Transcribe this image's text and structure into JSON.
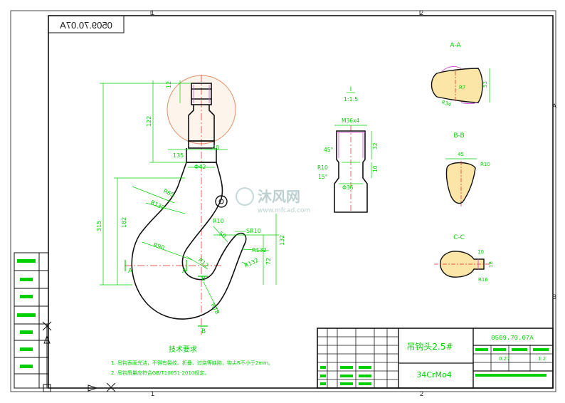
{
  "drawing": {
    "number": "0509.70.07A",
    "number_mirrored": "0509.70.07A",
    "part_name": "吊钩头2.5#",
    "material": "34CrMo4",
    "grid_top": [
      "1",
      "2"
    ],
    "grid_bottom": [
      "1",
      "2"
    ],
    "grid_right": [
      "A",
      "B"
    ],
    "title_block_small": [
      "0.27",
      "1:2"
    ]
  },
  "views": {
    "section_aa": "A-A",
    "section_bb": "B-B",
    "section_cc": "C-C",
    "detail_label": "I",
    "detail_scale": "1:1.5",
    "section_mark_a": "A",
    "section_mark_b": "B"
  },
  "dimensions": {
    "d12": "12",
    "d122": "122",
    "d135": "135",
    "d40": "40",
    "d42": "Φ42",
    "R65": "R65",
    "R130": "R130",
    "d315": "315",
    "d182": "182",
    "R90": "R90",
    "R10": "R10",
    "d50": "50",
    "SR10": "SR10",
    "R132a": "R132",
    "R132b": "R132",
    "d132": "132",
    "d72": "72",
    "R78": "R78",
    "R12": "R12",
    "M36": "M36x4",
    "d45": "45°",
    "d32": "32",
    "d10": "10",
    "R10b": "R10",
    "d15": "15°",
    "d36": "Φ36",
    "R7": "R7",
    "R34": "R34",
    "d53": "53",
    "d45b": "45",
    "R10c": "R10",
    "d10b": "10",
    "d18": "18",
    "R16": "R16"
  },
  "notes": {
    "heading": "技术要求",
    "line1": "1. 吊钩表面光洁，不得有裂纹、折叠、过烧等缺陷，钩尖R不小于2mm。",
    "line2": "2. 吊钩质量应符合GB/T10051-2010规定。"
  },
  "watermark": {
    "brand": "沐风网",
    "url": "www.mfcad.com"
  },
  "colors": {
    "frame": "#1a1a1a",
    "dimension": "#00d000",
    "center": "#e02020",
    "fill": "#fbe6a8",
    "highlight": "#d060d0"
  }
}
